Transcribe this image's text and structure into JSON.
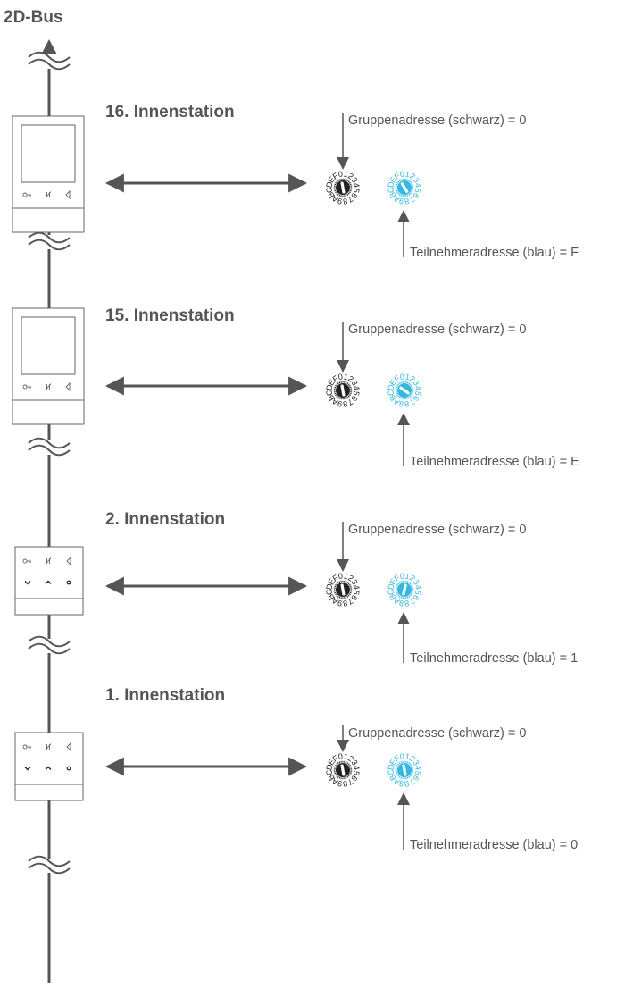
{
  "bus_label": "2D-Bus",
  "colors": {
    "line": "#555555",
    "device_stroke": "#666666",
    "group_dial": "#222222",
    "member_dial": "#33b8e0"
  },
  "dial_characters": [
    "0",
    "1",
    "2",
    "3",
    "4",
    "5",
    "6",
    "7",
    "8",
    "9",
    "A",
    "B",
    "C",
    "D",
    "E",
    "F"
  ],
  "device_icons": {
    "monitor_buttons": [
      "key-icon",
      "mute-icon",
      "speaker-icon"
    ],
    "compact_buttons": [
      "key-icon",
      "mute-icon",
      "speaker-icon",
      "chevron-down-icon",
      "chevron-up-icon",
      "circle-icon"
    ]
  },
  "stations": [
    {
      "title": "16. Innenstation",
      "device_type": "monitor",
      "group_address_label": "Gruppenadresse (schwarz) = 0",
      "group_address_value": "0",
      "member_address_label": "Teilnehmeradresse (blau) = F",
      "member_address_value": "F"
    },
    {
      "title": "15. Innenstation",
      "device_type": "monitor",
      "group_address_label": "Gruppenadresse (schwarz) = 0",
      "group_address_value": "0",
      "member_address_label": "Teilnehmeradresse (blau) = E",
      "member_address_value": "E"
    },
    {
      "title": "2. Innenstation",
      "device_type": "compact",
      "group_address_label": "Gruppenadresse (schwarz) = 0",
      "group_address_value": "0",
      "member_address_label": "Teilnehmeradresse (blau) = 1",
      "member_address_value": "1"
    },
    {
      "title": "1. Innenstation",
      "device_type": "compact",
      "group_address_label": "Gruppenadresse (schwarz) = 0",
      "group_address_value": "0",
      "member_address_label": "Teilnehmeradresse (blau) = 0",
      "member_address_value": "0"
    }
  ]
}
